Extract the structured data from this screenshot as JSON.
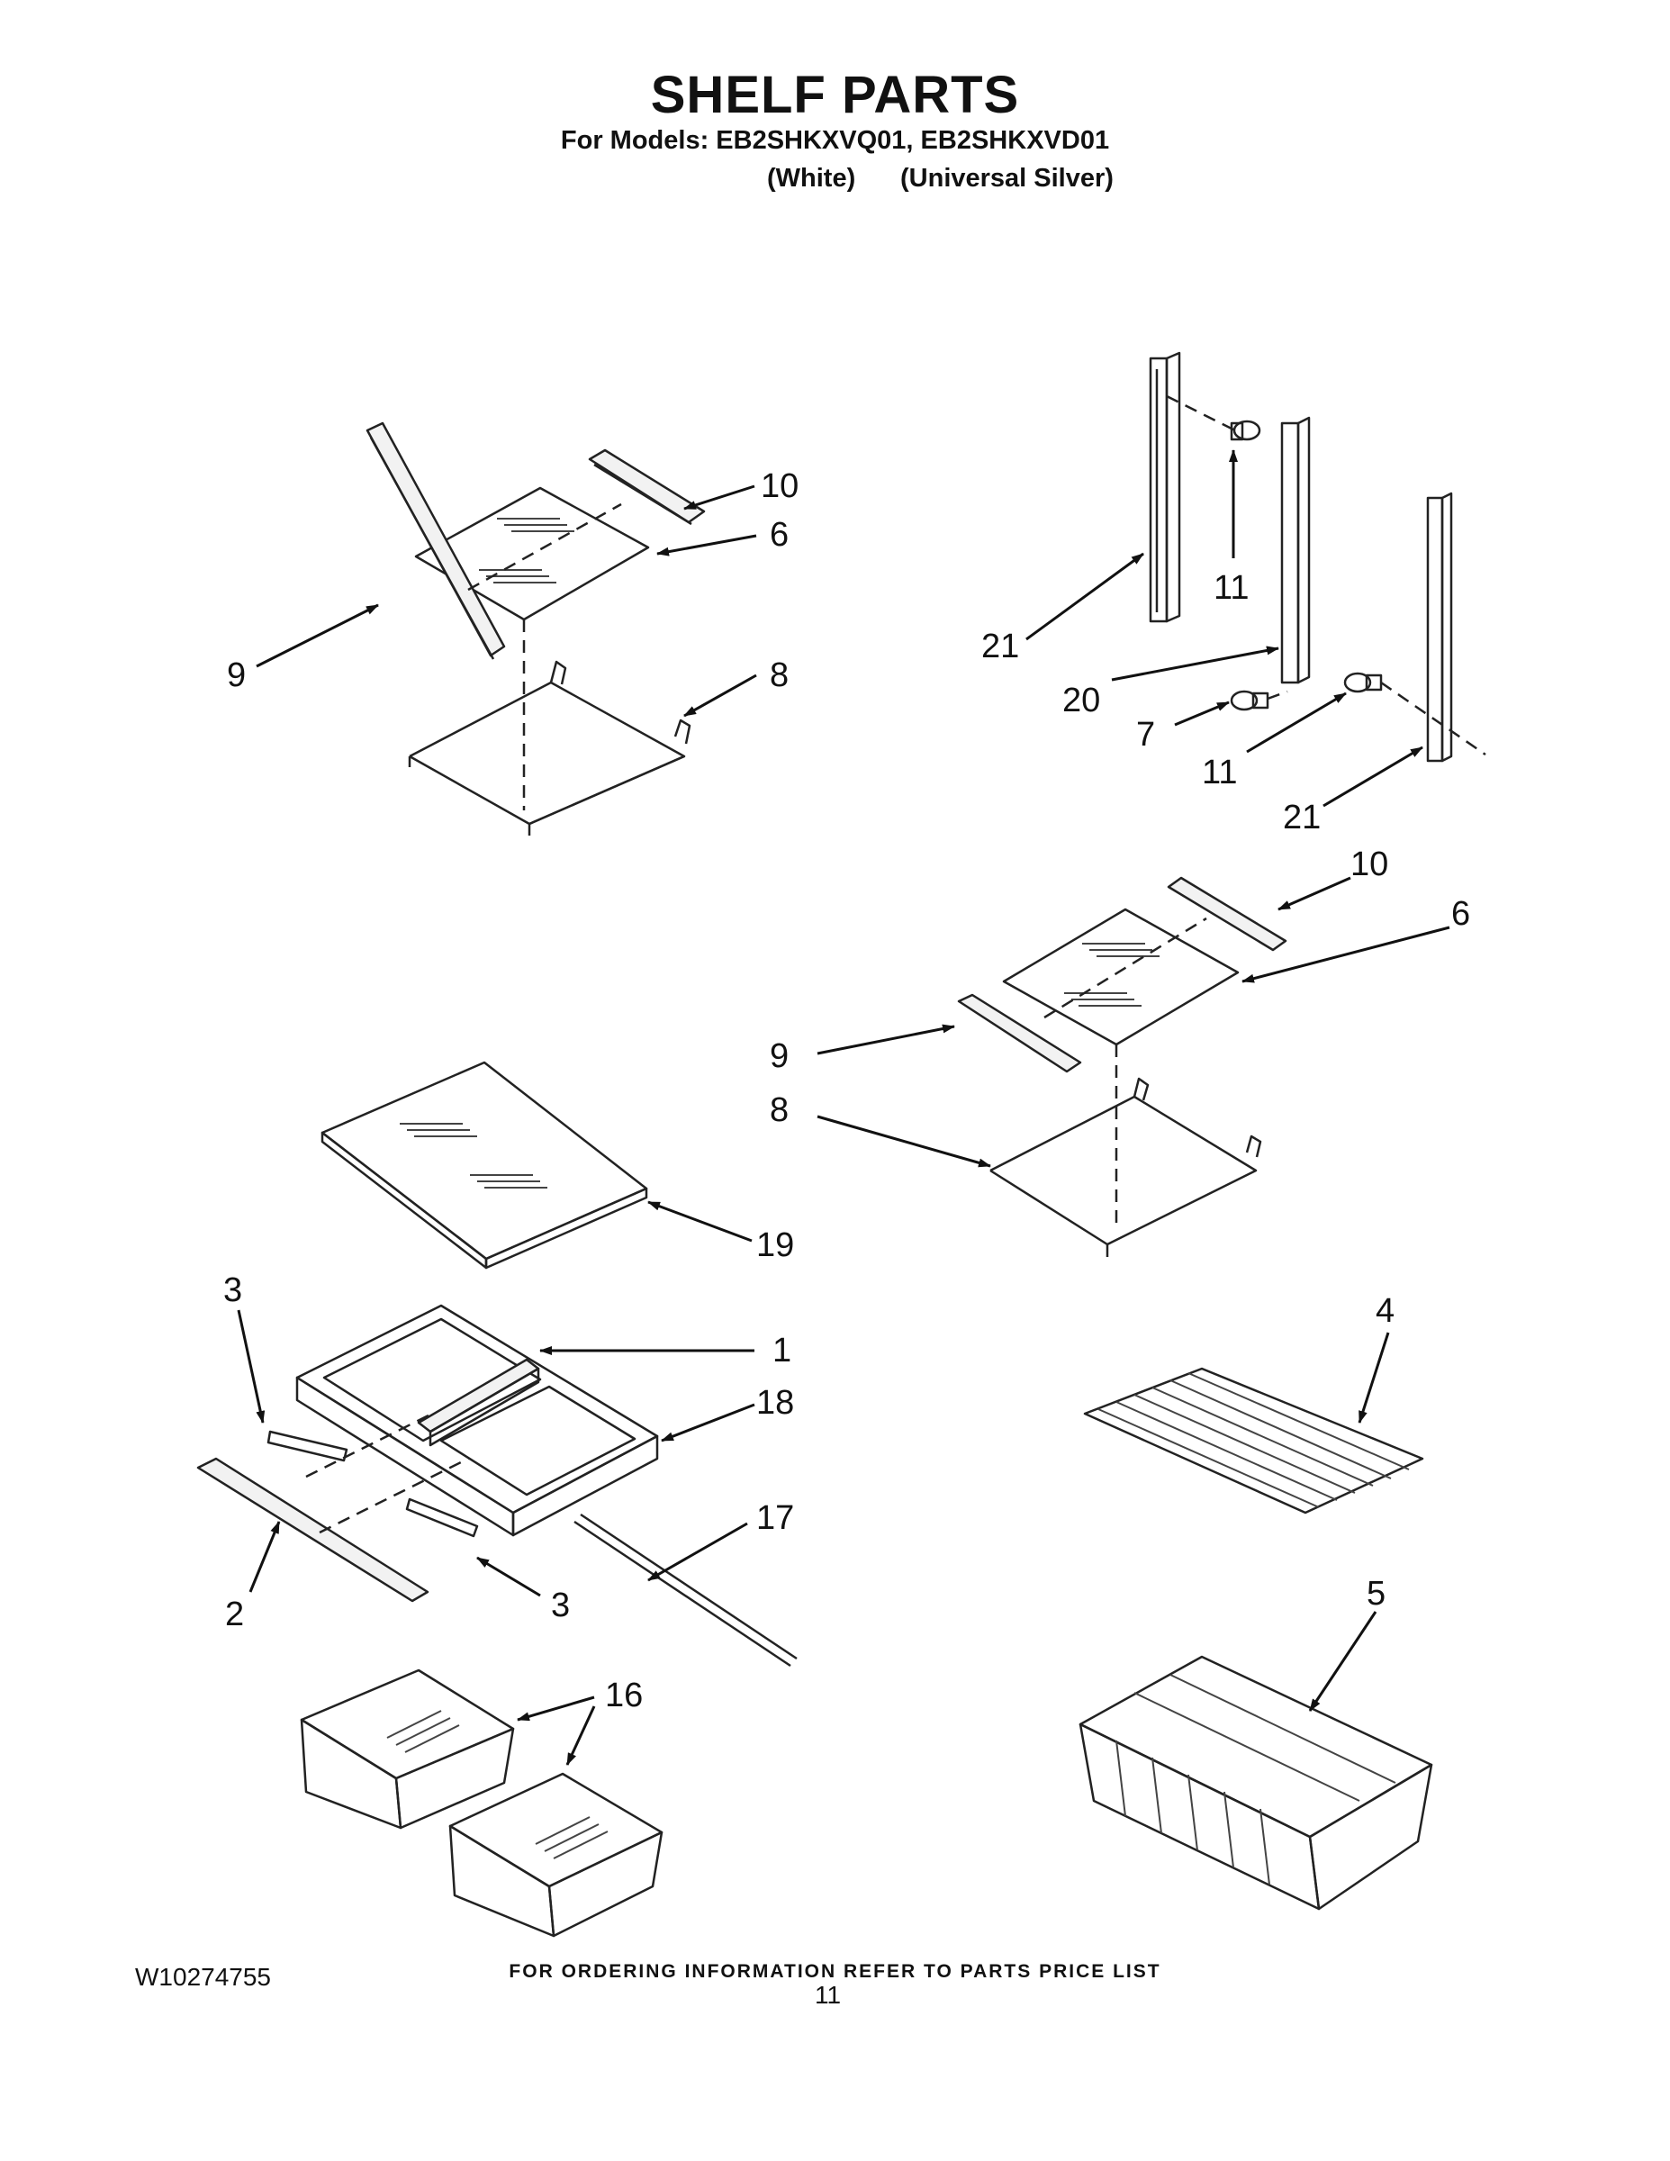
{
  "header": {
    "title": "SHELF PARTS",
    "models_line": "For Models: EB2SHKXVQ01, EB2SHKXVD01",
    "variant_white": "(White)",
    "variant_silver": "(Universal Silver)"
  },
  "footer": {
    "ordering_note": "FOR ORDERING INFORMATION REFER TO PARTS PRICE LIST",
    "doc_number": "W10274755",
    "page_number": "11"
  },
  "callouts": {
    "c10_top": "10",
    "c6_top": "6",
    "c9_top": "9",
    "c8_top": "8",
    "c11_top": "11",
    "c21_left": "21",
    "c20": "20",
    "c7": "7",
    "c11_bottom": "11",
    "c21_right": "21",
    "c10_mid": "10",
    "c6_mid": "6",
    "c9_mid": "9",
    "c8_mid": "8",
    "c19": "19",
    "c3_top": "3",
    "c1": "1",
    "c18": "18",
    "c17": "17",
    "c2": "2",
    "c3_bottom": "3",
    "c16": "16",
    "c4": "4",
    "c5": "5"
  }
}
